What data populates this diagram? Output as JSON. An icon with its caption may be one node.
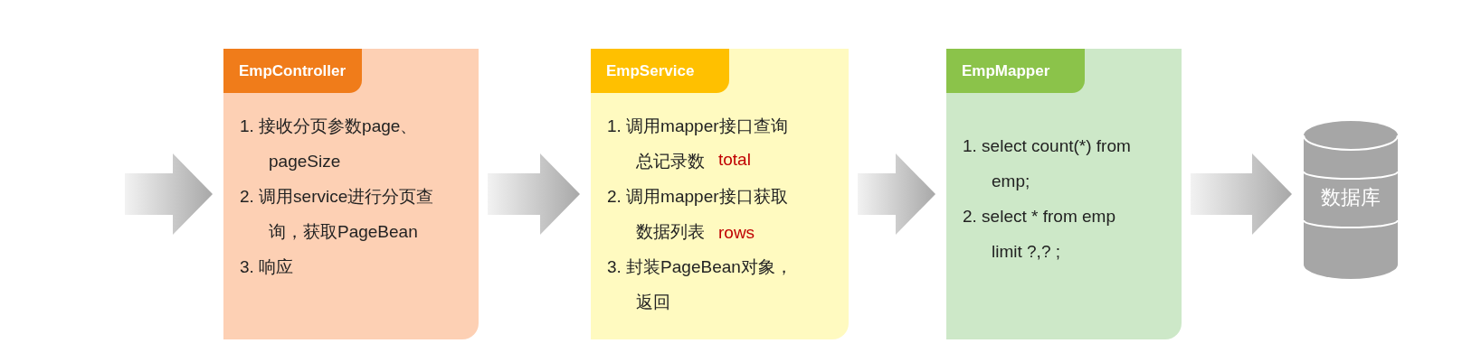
{
  "diagram": {
    "nodes": [
      {
        "text": [
          "EmpController",
          "1. 接收分页参数page、pageSize",
          "2. 调用service进行分页查询，获取PageBean",
          "3. 响应"
        ]
      },
      {
        "text": [
          "EmpService",
          "1. 调用mapper接口查询总记录数",
          "total",
          "2. 调用mapper接口获取数据列表",
          "rows",
          "3. 封装PageBean对象，返回"
        ]
      },
      {
        "text": [
          "EmpMapper",
          "1. select count(*) from emp;",
          "2. select * from emp limit ?,? ;"
        ]
      },
      {
        "text": [
          "数据库"
        ]
      }
    ],
    "edges": [
      {
        "from": null,
        "to": 0,
        "arrow": "to"
      },
      {
        "from": 0,
        "to": 1,
        "arrow": "to"
      },
      {
        "from": 1,
        "to": 2,
        "arrow": "to"
      },
      {
        "from": 2,
        "to": 3,
        "arrow": "to"
      }
    ]
  }
}
